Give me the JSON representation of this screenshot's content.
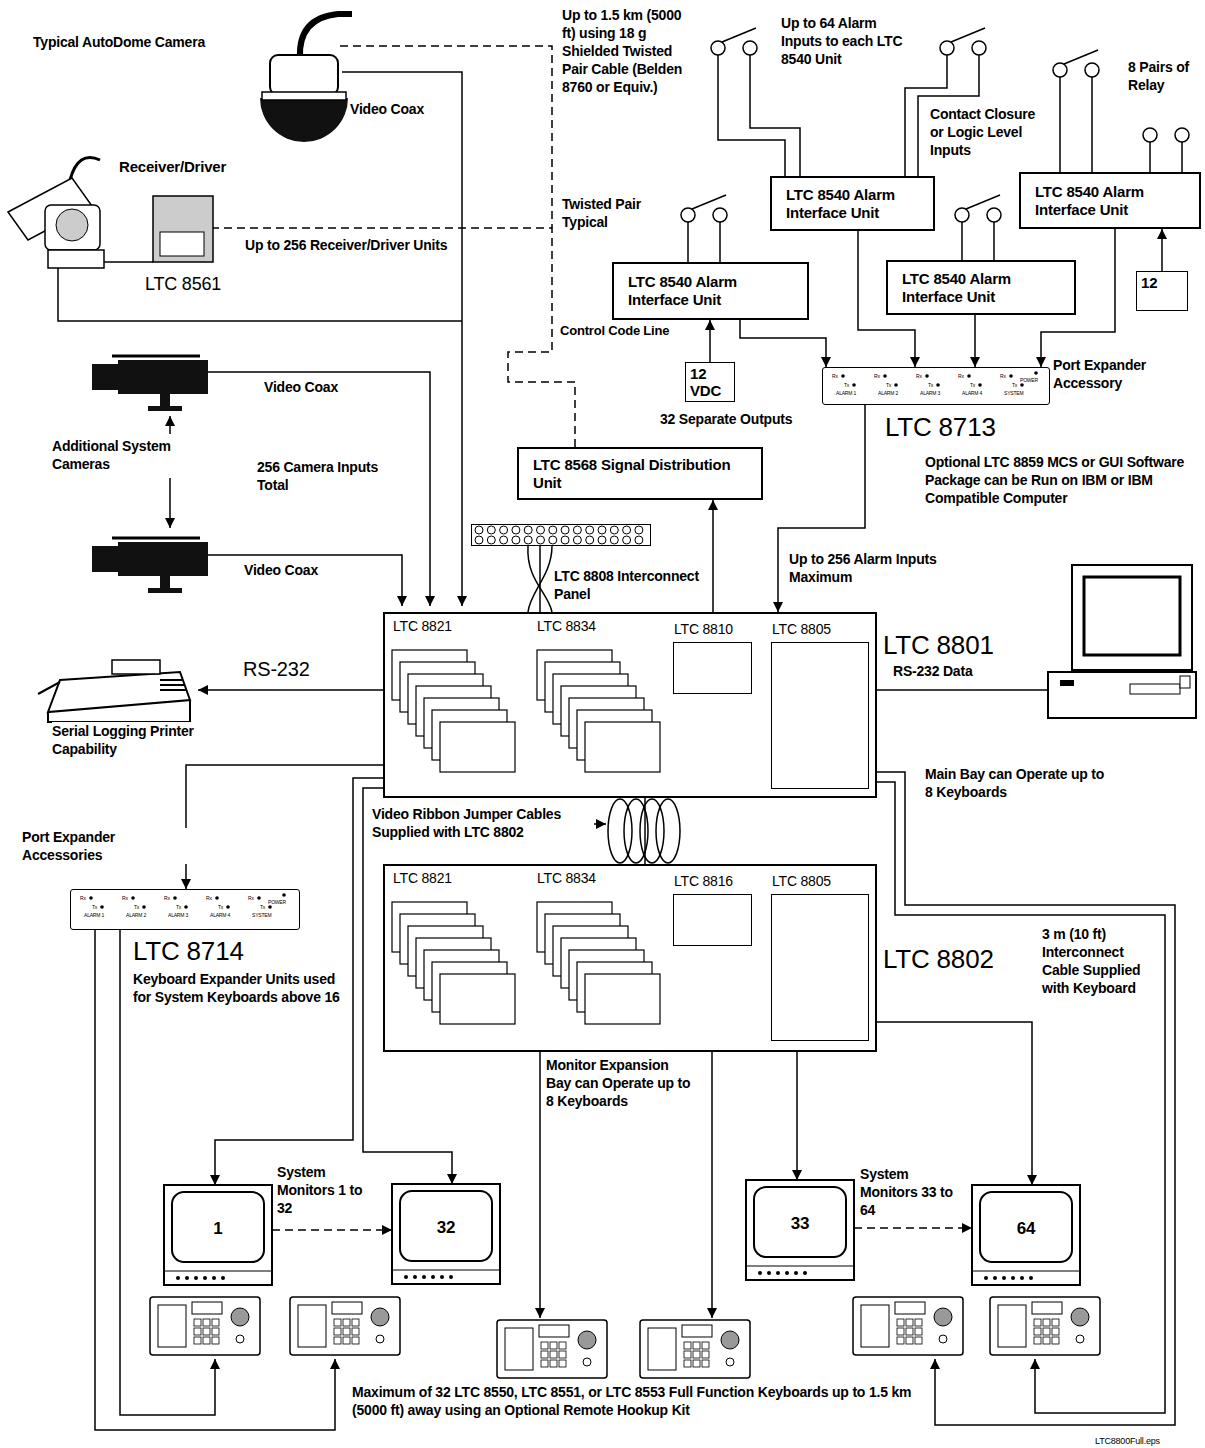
{
  "diagram": {
    "nodes": [
      {
        "text": [
          "LTC 8801"
        ]
      },
      {
        "text": [
          "LTC 8821"
        ],
        "in": 0
      },
      {
        "text": [
          "LTC 8834"
        ],
        "in": 0
      },
      {
        "text": [
          "LTC 8810"
        ],
        "in": 0
      },
      {
        "text": [
          "LTC 8805"
        ],
        "in": 0
      },
      {
        "text": [
          "LTC 8802"
        ]
      },
      {
        "text": [
          "LTC 8821"
        ],
        "in": 5
      },
      {
        "text": [
          "LTC 8834"
        ],
        "in": 5
      },
      {
        "text": [
          "LTC 8816"
        ],
        "in": 5
      },
      {
        "text": [
          "LTC 8805"
        ],
        "in": 5
      },
      {
        "text": [
          "LTC 8540 Alarm Interface Unit"
        ]
      },
      {
        "text": [
          "LTC 8540 Alarm Interface Unit"
        ]
      },
      {
        "text": [
          "LTC 8540 Alarm Interface Unit"
        ]
      },
      {
        "text": [
          "LTC 8540 Alarm Interface Unit"
        ]
      },
      {
        "text": [
          "LTC 8713"
        ]
      },
      {
        "text": [
          "LTC 8714",
          "Keyboard Expander Units used for System Keyboards above 16"
        ]
      },
      {
        "text": [
          "LTC 8568 Signal Distribution Unit"
        ]
      },
      {
        "text": [
          "LTC 8808 Interconnect Panel"
        ]
      },
      {
        "text": [
          "Receiver/Driver",
          "LTC 8561"
        ]
      },
      {
        "text": [
          "12 VDC"
        ]
      },
      {
        "text": [
          "12"
        ]
      },
      {
        "text": [
          "1"
        ]
      },
      {
        "text": [
          "32"
        ]
      },
      {
        "text": [
          "33"
        ]
      },
      {
        "text": [
          "64"
        ]
      }
    ],
    "edges": [
      {
        "from": 10,
        "to": 14,
        "arrow": "to"
      },
      {
        "from": 11,
        "to": 14,
        "arrow": "to"
      },
      {
        "from": 12,
        "to": 14,
        "arrow": "to"
      },
      {
        "from": 13,
        "to": 14,
        "arrow": "to"
      },
      {
        "from": 19,
        "to": 10,
        "arrow": "to"
      },
      {
        "from": 20,
        "to": 13,
        "arrow": "to"
      },
      {
        "from": 14,
        "to": 0,
        "arrow": "to"
      },
      {
        "from": 0,
        "to": 16,
        "arrow": "to"
      },
      {
        "from": 16,
        "to": 18,
        "arrow": "none"
      },
      {
        "from": 0,
        "to": 15,
        "arrow": "to"
      },
      {
        "from": 0,
        "to": 21,
        "arrow": "to"
      },
      {
        "from": 0,
        "to": 22,
        "arrow": "to"
      },
      {
        "from": 5,
        "to": 23,
        "arrow": "to"
      },
      {
        "from": 5,
        "to": 24,
        "arrow": "to"
      },
      {
        "from": 21,
        "to": 22,
        "arrow": "to"
      },
      {
        "from": 23,
        "to": 24,
        "arrow": "to"
      },
      {
        "from": 0,
        "to": 5,
        "arrow": "none"
      },
      {
        "from": 17,
        "to": 0,
        "arrow": "none"
      }
    ],
    "labels": [
      "Typical AutoDome Camera",
      "Video Coax",
      "Up to 1.5 km (5000 ft) using 18 g Shielded Twisted Pair Cable (Belden 8760 or Equiv.)",
      "Up to 64 Alarm Inputs to each LTC 8540 Unit",
      "8 Pairs of Relay",
      "Contact Closure or Logic Level Inputs",
      "Twisted Pair Typical",
      "Up to 256 Receiver/Driver Units",
      "Control Code Line",
      "32 Separate Outputs",
      "Port Expander Accessory",
      "Optional LTC 8859 MCS or GUI Software Package can be Run on IBM or IBM Compatible Computer",
      "Additional System Cameras",
      "Video Coax",
      "256 Camera Inputs Total",
      "Video Coax",
      "Up to 256 Alarm Inputs Maximum",
      "RS-232",
      "RS-232 Data",
      "Serial Logging Printer Capability",
      "Main Bay can Operate up to 8 Keyboards",
      "Video Ribbon Jumper Cables Supplied with LTC 8802",
      "Port Expander Accessories",
      "3 m (10 ft) Interconnect Cable Supplied with Keyboard",
      "Monitor Expansion Bay can Operate up to 8 Keyboards",
      "System Monitors 1 to 32",
      "System Monitors 33 to 64",
      "Maximum of 32 LTC 8550, LTC 8551, or LTC 8553 Full Function Keyboards up to 1.5 km (5000 ft) away using an Optional Remote Hookup Kit",
      "LTC8800Full.eps",
      "Rx",
      "Rx",
      "Rx",
      "Rx",
      "Rx",
      "POWER",
      "Tx",
      "Tx",
      "Tx",
      "Tx",
      "Tx",
      "ALARM 1",
      "ALARM 2",
      "ALARM 3",
      "ALARM 4",
      "SYSTEM",
      "Rx",
      "Rx",
      "Rx",
      "Rx",
      "Rx",
      "POWER",
      "Tx",
      "Tx",
      "Tx",
      "Tx",
      "Tx",
      "ALARM 1",
      "ALARM 2",
      "ALARM 3",
      "ALARM 4",
      "SYSTEM"
    ]
  }
}
